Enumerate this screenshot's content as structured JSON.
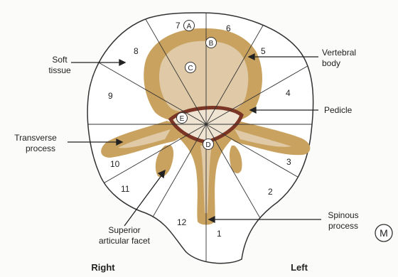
{
  "labels": {
    "soft_tissue_1": "Soft",
    "soft_tissue_2": "tissue",
    "vertebral_body_1": "Vertebral",
    "vertebral_body_2": "body",
    "pedicle": "Pedicle",
    "transverse_1": "Transverse",
    "transverse_2": "process",
    "superior_facet_1": "Superior",
    "superior_facet_2": "articular facet",
    "spinous_1": "Spinous",
    "spinous_2": "process",
    "right": "Right",
    "left": "Left",
    "m_mark": "M"
  },
  "zone_letters": {
    "a": "A",
    "b": "B",
    "c": "C",
    "d": "D",
    "e": "E"
  },
  "sectors": [
    "1",
    "2",
    "3",
    "4",
    "5",
    "6",
    "7",
    "8",
    "9",
    "10",
    "11",
    "12"
  ],
  "colors": {
    "bone_outer": "#c9a25f",
    "bone_inner": "#dfc9a6",
    "canal_ring": "#7a3524",
    "outline": "#333333",
    "background": "#fbfbfa"
  }
}
